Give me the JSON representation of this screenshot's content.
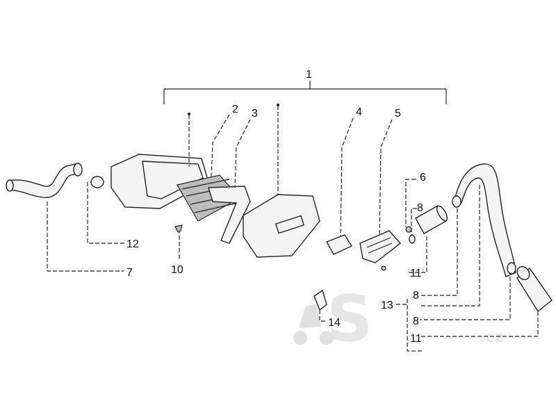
{
  "diagram": {
    "labels": {
      "p1": "1",
      "p2": "2",
      "p3": "3",
      "p4": "4",
      "p5": "5",
      "p6": "6",
      "p7": "7",
      "p8a": "8",
      "p8b": "8",
      "p8c": "8",
      "p10": "10",
      "p11a": "11",
      "p11b": "11",
      "p12": "12",
      "p13": "13",
      "p14": "14"
    }
  },
  "watermark": {
    "text": "S",
    "sub": ".cz"
  }
}
